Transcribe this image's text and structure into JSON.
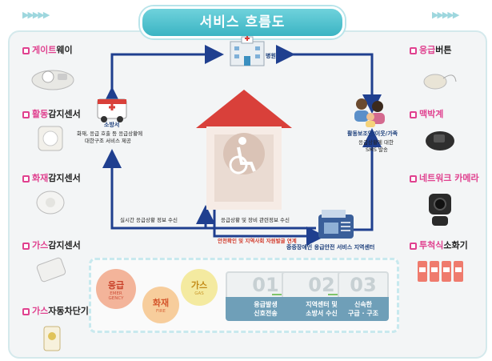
{
  "title": "서비스 흐름도",
  "left_devices": [
    {
      "hl": "게이트",
      "rest": "웨이"
    },
    {
      "hl": "활동",
      "rest": "감지센서"
    },
    {
      "hl": "화재",
      "rest": "감지센서"
    },
    {
      "hl": "가스",
      "rest": "감지센서"
    },
    {
      "hl": "가스",
      "rest": "자동차단기"
    }
  ],
  "right_devices": [
    {
      "hl": "응급",
      "rest": "버튼"
    },
    {
      "hl": "맥박계",
      "rest": ""
    },
    {
      "hl": "네트워크 카메라",
      "rest": ""
    },
    {
      "hl": "투척식",
      "rest": "소화기"
    }
  ],
  "hospital": "병원",
  "fire_station": {
    "name": "소방서",
    "desc1": "화재, 응급 호출 등 응급상황에",
    "desc2": "대한구조 서비스 제공"
  },
  "guardian": {
    "name": "활동보조인/이웃/가족",
    "desc1": "응급상황에 대한",
    "desc2": "SMS 발송"
  },
  "arrow_labels": {
    "realtime": "실시간 응급상황 정보 수신",
    "status": "응급상황 및 장비 관련정보 수신",
    "safety": "안전확인 및 지역사회 자원발굴 연계"
  },
  "center": "중증장애인 응급안전 서비스 지역센터",
  "categories": [
    {
      "ko": "응급",
      "en": "EMER\nGENCY"
    },
    {
      "ko": "화재",
      "en": "FIRE"
    },
    {
      "ko": "가스",
      "en": "GAS"
    }
  ],
  "steps": [
    {
      "num": "01",
      "l1": "응급발생",
      "l2": "신호전송"
    },
    {
      "num": "02",
      "l1": "지역센터 및",
      "l2": "소방서 수신"
    },
    {
      "num": "03",
      "l1": "신속한",
      "l2": "구급 · 구조"
    }
  ],
  "colors": {
    "accent": "#e0418f",
    "teal": "#3bb4c3",
    "arrow": "#1f3f8f",
    "roof": "#d9403a",
    "step": "#6f9fb8"
  }
}
